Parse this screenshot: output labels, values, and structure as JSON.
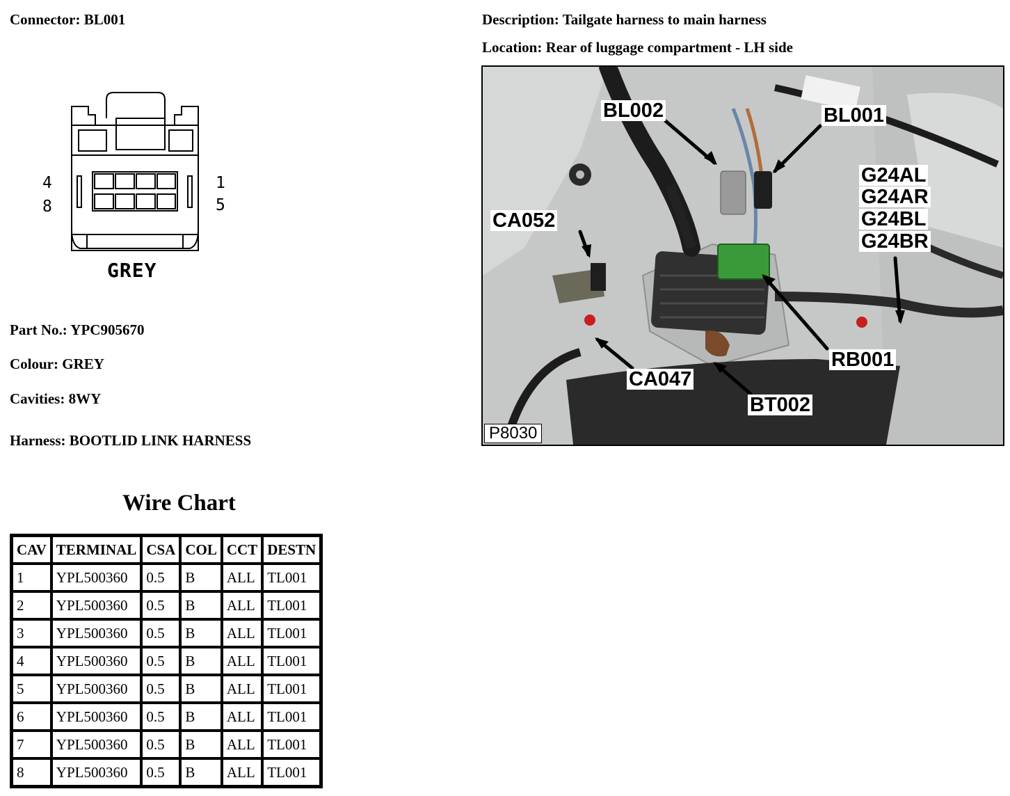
{
  "connector": {
    "label": "Connector:",
    "value": "BL001"
  },
  "description": {
    "label": "Description:",
    "value": "Tailgate harness to main harness"
  },
  "location": {
    "label": "Location:",
    "value": "Rear of luggage compartment - LH side"
  },
  "diagram": {
    "pin_top_left": "4",
    "pin_bottom_left": "8",
    "pin_top_right": "1",
    "pin_bottom_right": "5",
    "colour_caption": "GREY"
  },
  "part_no": {
    "label": "Part No.:",
    "value": "YPC905670"
  },
  "colour": {
    "label": "Colour:",
    "value": "GREY"
  },
  "cavities": {
    "label": "Cavities:",
    "value": "8WY"
  },
  "harness": {
    "label": "Harness:",
    "value": "BOOTLID LINK HARNESS"
  },
  "wire_chart": {
    "title": "Wire Chart",
    "headers": [
      "CAV",
      "TERMINAL",
      "CSA",
      "COL",
      "CCT",
      "DESTN"
    ],
    "rows": [
      [
        "1",
        "YPL500360",
        "0.5",
        "B",
        "ALL",
        "TL001"
      ],
      [
        "2",
        "YPL500360",
        "0.5",
        "B",
        "ALL",
        "TL001"
      ],
      [
        "3",
        "YPL500360",
        "0.5",
        "B",
        "ALL",
        "TL001"
      ],
      [
        "4",
        "YPL500360",
        "0.5",
        "B",
        "ALL",
        "TL001"
      ],
      [
        "5",
        "YPL500360",
        "0.5",
        "B",
        "ALL",
        "TL001"
      ],
      [
        "6",
        "YPL500360",
        "0.5",
        "B",
        "ALL",
        "TL001"
      ],
      [
        "7",
        "YPL500360",
        "0.5",
        "B",
        "ALL",
        "TL001"
      ],
      [
        "8",
        "YPL500360",
        "0.5",
        "B",
        "ALL",
        "TL001"
      ]
    ]
  },
  "photo": {
    "callouts": {
      "bl002": "BL002",
      "bl001": "BL001",
      "g24": [
        "G24AL",
        "G24AR",
        "G24BL",
        "G24BR"
      ],
      "ca052": "CA052",
      "ca047": "CA047",
      "rb001": "RB001",
      "bt002": "BT002"
    },
    "reference": "P8030"
  }
}
